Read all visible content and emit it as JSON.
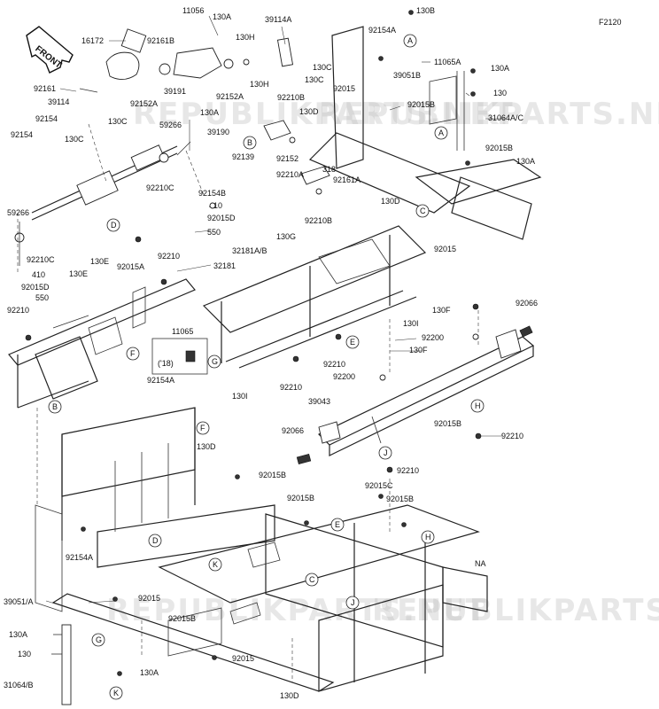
{
  "figure_code": "F2120",
  "front_label": "FRONT",
  "watermark": "REPUBLIKPARTS.NET",
  "labels": {
    "l_11056": "11056",
    "l_130A_1": "130A",
    "l_39114A": "39114A",
    "l_92154A_top": "92154A",
    "l_130B": "130B",
    "l_16172": "16172",
    "l_92161B": "92161B",
    "l_130H_1": "130H",
    "l_130C_1": "130C",
    "l_130C_2": "130C",
    "l_11065A": "11065A",
    "l_130A_2": "130A",
    "l_39051B": "39051B",
    "l_130_1": "130",
    "l_92161": "92161",
    "l_39191": "39191",
    "l_92152A_1": "92152A",
    "l_92152A_2": "92152A",
    "l_130H_2": "130H",
    "l_92210B_1": "92210B",
    "l_92015_1": "92015",
    "l_92015B_1": "92015B",
    "l_31064AC": "31064A/C",
    "l_39114": "39114",
    "l_130C_3": "130C",
    "l_130A_3": "130A",
    "l_130D_1": "130D",
    "l_92154_1": "92154",
    "l_130C_4": "130C",
    "l_59266_1": "59266",
    "l_39190": "39190",
    "l_92152": "92152",
    "l_92015B_2": "92015B",
    "l_130A_4": "130A",
    "l_92154_2": "92154",
    "l_318": "318",
    "l_92139": "92139",
    "l_92210A": "92210A",
    "l_92161A": "92161A",
    "l_92210C_1": "92210C",
    "l_92154B": "92154B",
    "l_410_1": "410",
    "l_92015D_1": "92015D",
    "l_550_1": "550",
    "l_130D_2": "130D",
    "l_92210B_2": "92210B",
    "l_130G": "130G",
    "l_92015_2": "92015",
    "l_59266_2": "59266",
    "l_92210C_2": "92210C",
    "l_92015A": "92015A",
    "l_92210_1": "92210",
    "l_32181": "32181",
    "l_32181AB": "32181A/B",
    "l_410_2": "410",
    "l_92015D_2": "92015D",
    "l_550_2": "550",
    "l_130E_1": "130E",
    "l_130E_2": "130E",
    "l_92210_2": "92210",
    "l_130I_1": "130I",
    "l_130F_1": "130F",
    "l_92066_1": "92066",
    "l_11065": "11065",
    "l_18": "('18)",
    "l_92200_1": "92200",
    "l_130F_2": "130F",
    "l_92210_3": "92210",
    "l_92200_2": "92200",
    "l_92154A_1": "92154A",
    "l_92210_4": "92210",
    "l_130I_2": "130I",
    "l_39043": "39043",
    "l_92066_2": "92066",
    "l_92015B_3": "92015B",
    "l_92210_5": "92210",
    "l_92210_6": "92210",
    "l_130D_3": "130D",
    "l_92015B_4": "92015B",
    "l_92015C": "92015C",
    "l_92015B_5": "92015B",
    "l_92015B_6": "92015B",
    "l_92154A_2": "92154A",
    "l_NA": "NA",
    "l_39051A": "39051/A",
    "l_92015_3": "92015",
    "l_92015B_7": "92015B",
    "l_130A_5": "130A",
    "l_130_2": "130",
    "l_92015_4": "92015",
    "l_31064B": "31064/B",
    "l_130A_6": "130A",
    "l_130D_4": "130D"
  },
  "callouts": {
    "A1": "A",
    "A2": "A",
    "B1": "B",
    "B2": "B",
    "C1": "C",
    "C2": "C",
    "D1": "D",
    "D2": "D",
    "E1": "E",
    "E2": "E",
    "F1": "F",
    "F2": "F",
    "G1": "G",
    "G2": "G",
    "H1": "H",
    "H2": "H",
    "J1": "J",
    "J2": "J",
    "K1": "K",
    "K2": "K"
  }
}
